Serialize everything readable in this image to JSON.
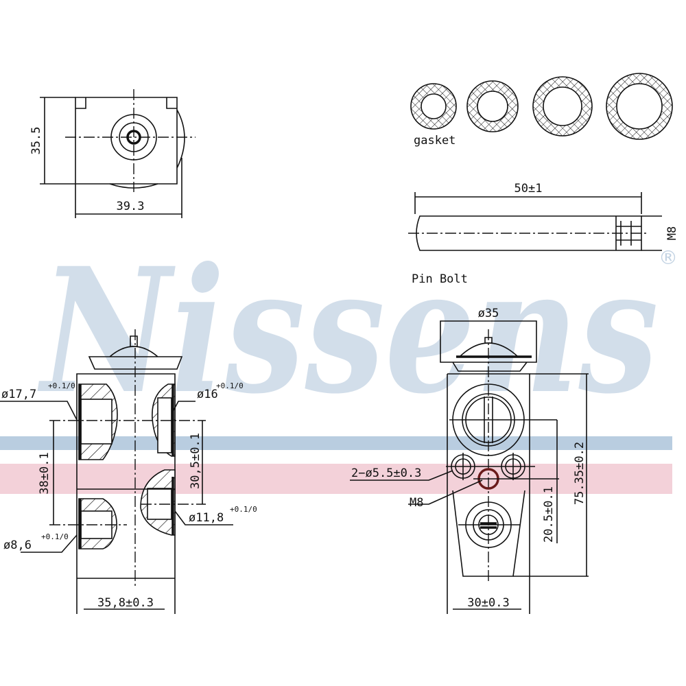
{
  "watermark": {
    "brand": "Nissens",
    "registered": "®",
    "band_colors": [
      "#b9cde0",
      "#f0c6cf"
    ]
  },
  "top_view": {
    "height_dim": "35.5",
    "width_dim": "39.3"
  },
  "gaskets": {
    "label": "gasket",
    "count": 4
  },
  "pin_bolt": {
    "label": "Pin Bolt",
    "length_dim": "50±1",
    "thread": "M8"
  },
  "side_view": {
    "port_upper_left": "ø17,7",
    "port_upper_left_tol": "+0.1/0",
    "port_upper_right": "ø16",
    "port_upper_right_tol": "+0.1/0",
    "port_lower_right": "ø11,8",
    "port_lower_right_tol": "+0.1/0",
    "port_lower_left": "ø8,6",
    "port_lower_left_tol": "+0.1/0",
    "spacing_left": "38±0.1",
    "spacing_right": "30,5±0.1",
    "width": "35,8±0.3"
  },
  "front_view": {
    "cap_diameter": "ø35",
    "holes": "2−ø5.5±0.3",
    "thread": "M8",
    "center_dist": "20.5±0.1",
    "height": "75.35±0.2",
    "width": "30±0.3"
  }
}
